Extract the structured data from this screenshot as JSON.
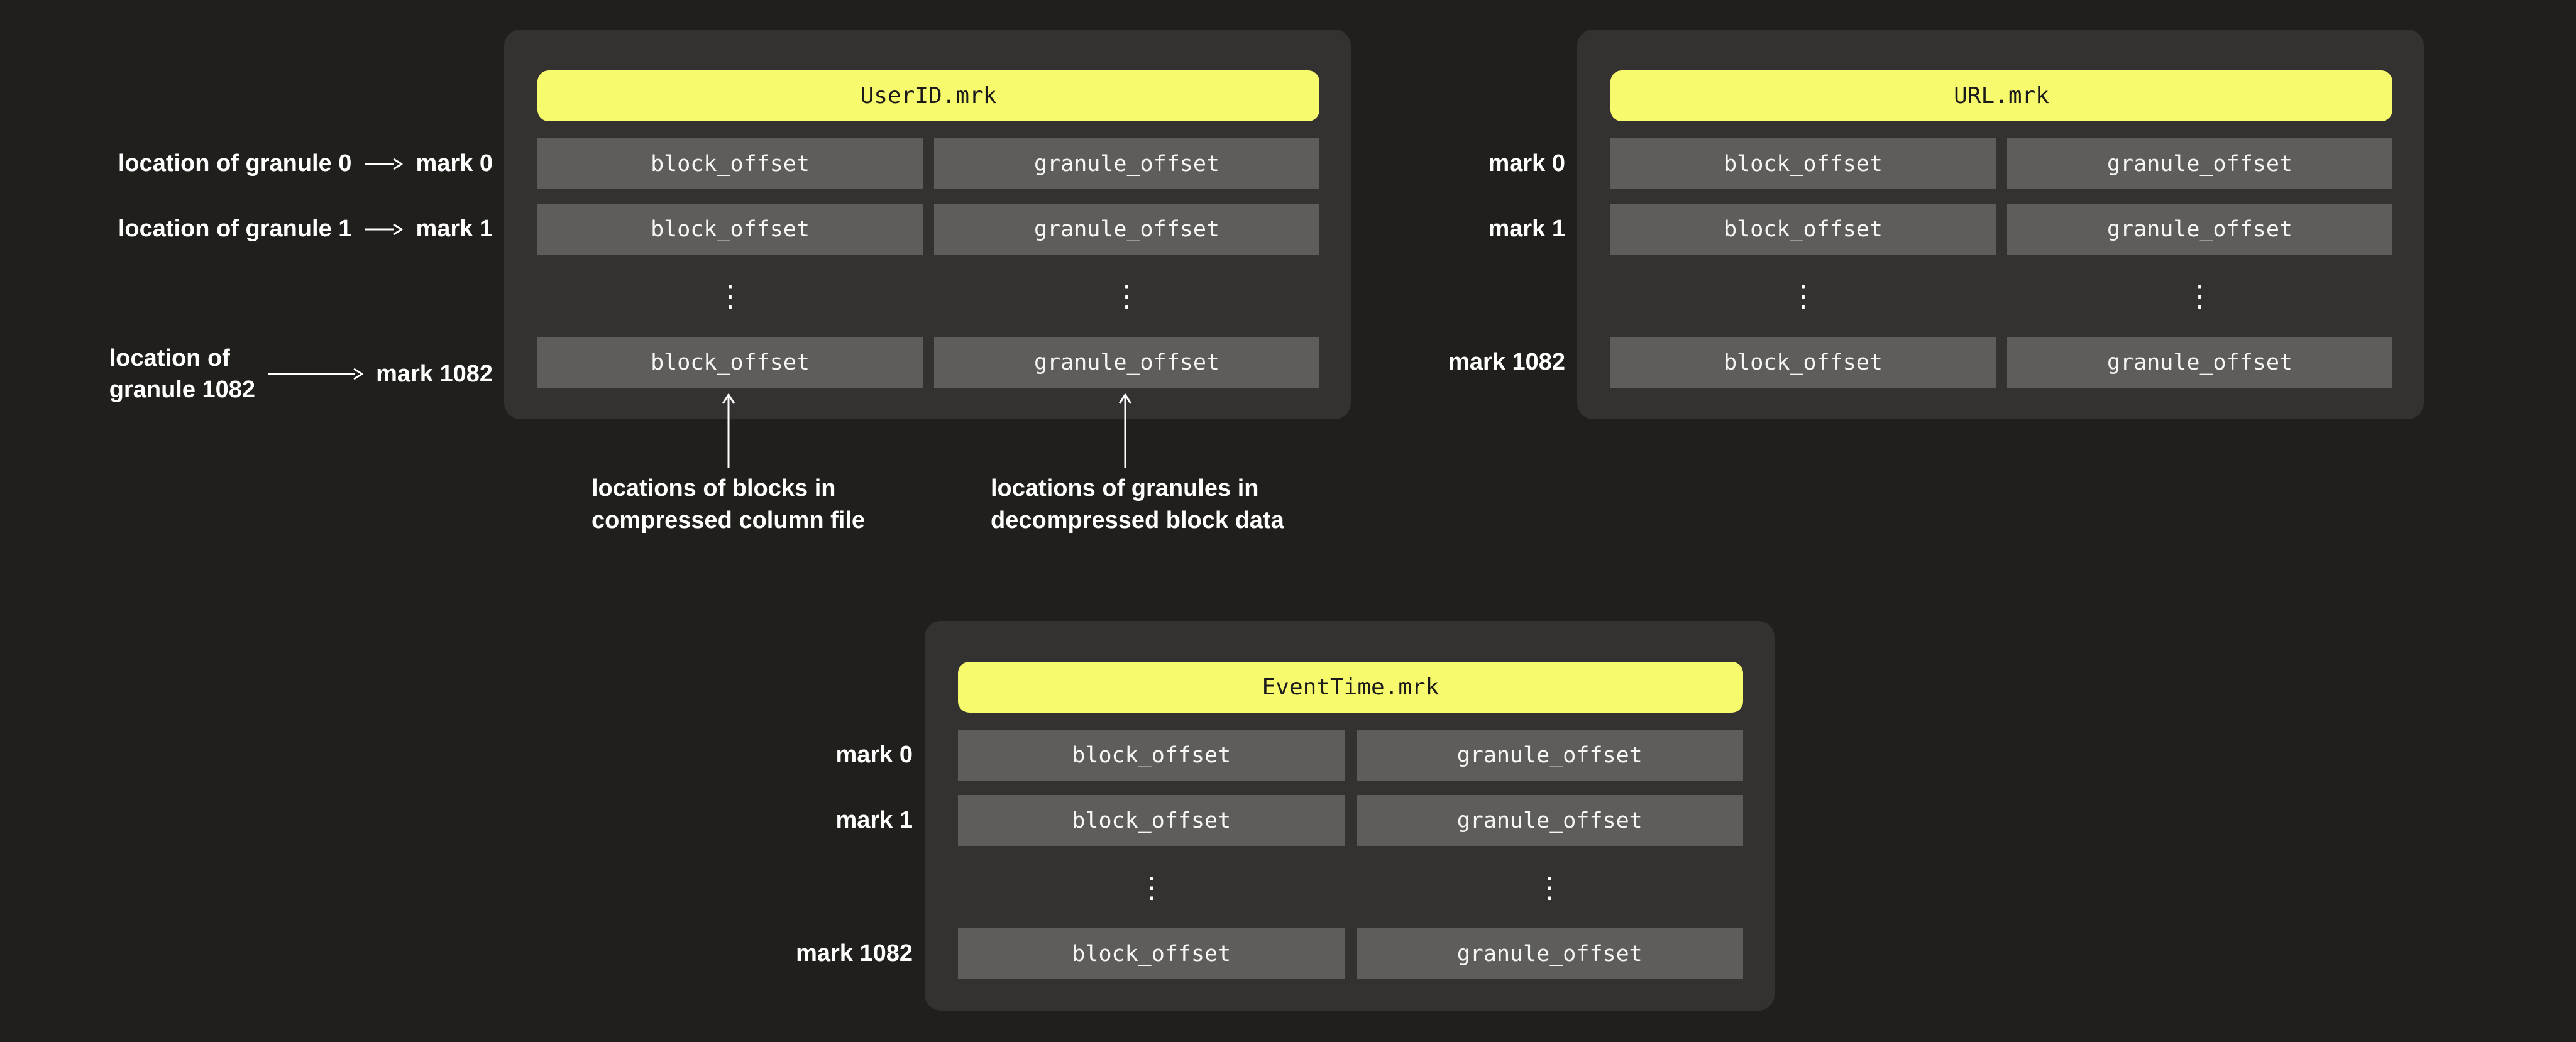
{
  "colors": {
    "background": "#201f1b",
    "panel": "#343231",
    "cell": "#5e5d5b",
    "accent_yellow": "#f8fa6d",
    "header_text": "#1a1a1a",
    "text": "#ffffff"
  },
  "cells": {
    "block": "block_offset",
    "granule": "granule_offset",
    "ellipsis": "⋮"
  },
  "panels": [
    {
      "title": "UserID.mrk"
    },
    {
      "title": "URL.mrk"
    },
    {
      "title": "EventTime.mrk"
    }
  ],
  "marks": [
    "mark 0",
    "mark 1",
    "mark 1082"
  ],
  "left_labels": [
    {
      "text": "location of granule 0",
      "mark": "mark 0"
    },
    {
      "text": "location of granule 1",
      "mark": "mark 1"
    },
    {
      "lines": [
        "location of",
        "granule 1082"
      ],
      "mark": "mark 1082"
    }
  ],
  "bottom_annotations": [
    {
      "lines": [
        "locations of blocks in",
        "compressed column file"
      ]
    },
    {
      "lines": [
        "locations of granules in",
        "decompressed block data"
      ]
    }
  ]
}
